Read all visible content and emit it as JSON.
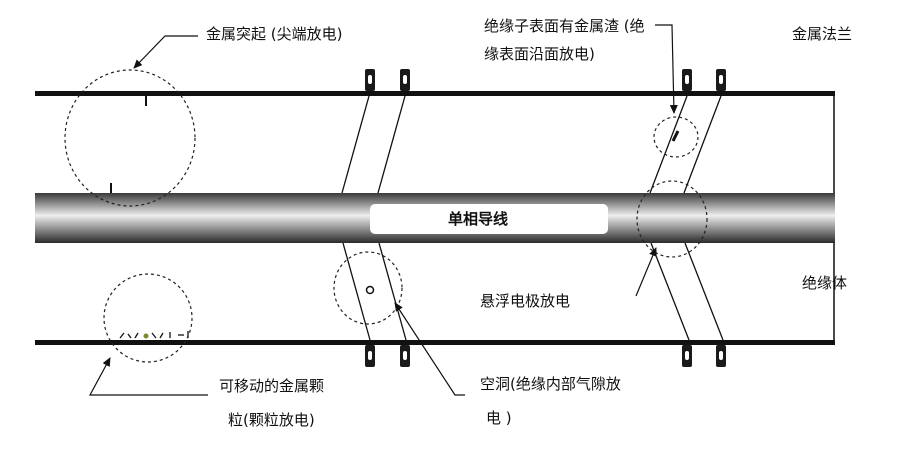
{
  "labels": {
    "protrusion_line1": "金属突起 (尖端放电)",
    "surface_line1": "绝缘子表面有金属渣 (绝",
    "surface_line2": "缘表面沿面放电)",
    "flange": "金属法兰",
    "conductor": "单相导线",
    "insulator": "绝缘体",
    "floating": "悬浮电极放电",
    "particle_line1": "可移动的金属颗",
    "particle_line2": "粒(颗粒放电)",
    "void_line1": "空洞(绝缘内部气隙放",
    "void_line2": "电 )"
  },
  "colors": {
    "line": "#111111",
    "conductor_dark": "#2e2e2e",
    "conductor_light": "#e8e8e8",
    "label_box": "#ffffff"
  }
}
